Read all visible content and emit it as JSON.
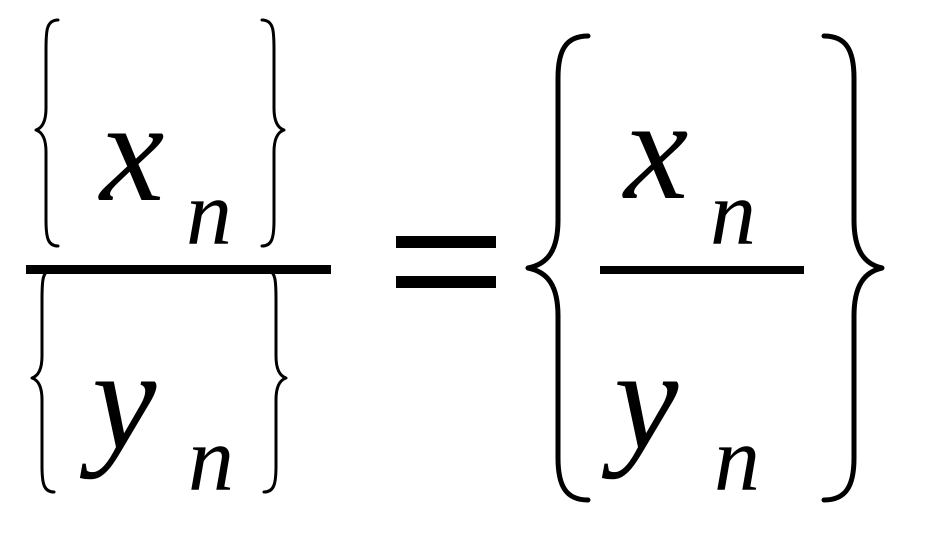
{
  "formula": {
    "lhs": {
      "numerator": {
        "var": "x",
        "sub": "n"
      },
      "denominator": {
        "var": "y",
        "sub": "n"
      }
    },
    "operator": "=",
    "rhs": {
      "numerator": {
        "var": "x",
        "sub": "n"
      },
      "denominator": {
        "var": "y",
        "sub": "n"
      }
    },
    "colors": {
      "ink": "#000000",
      "background": "#ffffff"
    }
  }
}
